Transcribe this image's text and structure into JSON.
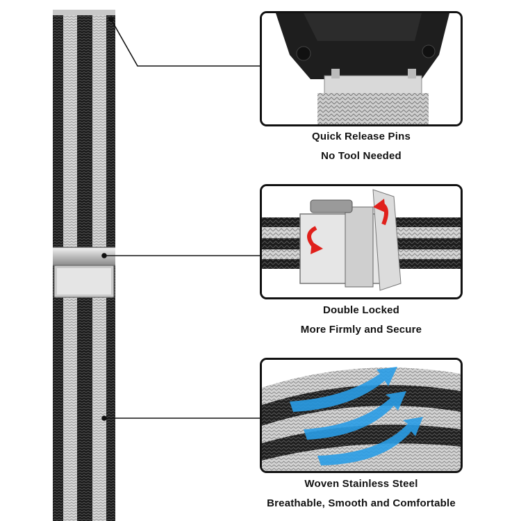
{
  "features": [
    {
      "title": "Quick Release Pins",
      "subtitle": "No Tool Needed"
    },
    {
      "title": "Double Locked",
      "subtitle": "More Firmly and Secure"
    },
    {
      "title": "Woven Stainless Steel",
      "subtitle": "Breathable, Smooth and Comfortable"
    }
  ],
  "colors": {
    "black_mesh": "#1b1b1b",
    "silver_mesh": "#cfcfcf",
    "red_arrow": "#e0201b",
    "blue_arrow": "#2a9de6"
  }
}
